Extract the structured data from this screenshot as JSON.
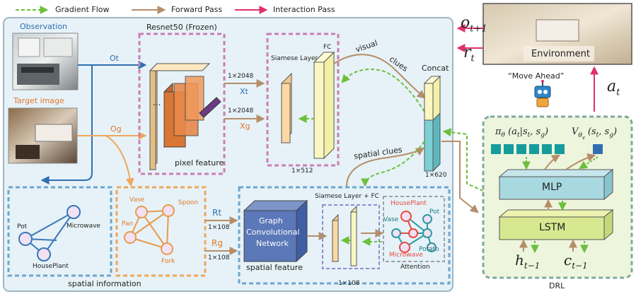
{
  "legend": {
    "gradient": "Gradient Flow",
    "forward": "Forward Pass",
    "interaction": "Interaction Pass"
  },
  "colors": {
    "gradient": "#6cbf3c",
    "forward": "#b58e69",
    "interaction": "#e0306e",
    "panel_bg": "#e6f2f7",
    "panel_border": "#9fb6c3",
    "pink_dash": "#cc7fb5",
    "blue_dash": "#6fa6cf",
    "orange_dash": "#f0a75a",
    "drl_bg": "#eef5dd",
    "drl_border": "#7fa99b",
    "blue_label": "#2f6fb0",
    "orange_label": "#e4772a",
    "teal": "#169c9c"
  },
  "observation": {
    "title": "Observation",
    "signal": "Ot"
  },
  "target": {
    "title": "Target image",
    "signal": "Og"
  },
  "resnet": {
    "title": "Resnet50 (Frozen)",
    "caption": "pixel feature",
    "dots": "...",
    "dim_x": "1×2048",
    "var_x": "Xt",
    "dim_g": "1×2048",
    "var_g": "Xg"
  },
  "siamese_top": {
    "title": "Siamese Layer",
    "fc": "FC",
    "dim": "1×512"
  },
  "clues": {
    "visual1": "visual",
    "visual2": "clues",
    "spatial": "spatial   clues"
  },
  "concat": {
    "title": "Concat",
    "dim": "1×620"
  },
  "spatial_info": {
    "caption": "spatial information",
    "obs_nodes": [
      "Microwave",
      "Pot",
      "HousePlant"
    ],
    "tgt_nodes": [
      "Vase",
      "Spoon",
      "Pan",
      "Fork"
    ]
  },
  "gcn": {
    "rt": "Rt",
    "rt_dim": "1×108",
    "rg": "Rg",
    "rg_dim": "1×108",
    "line1": "Graph",
    "line2": "Convolutional",
    "line3": "Network",
    "caption": "spatial feature"
  },
  "siamese_bottom": {
    "title": "Siamese Layer + FC",
    "dim": "1×108"
  },
  "attention": {
    "caption": "Attention",
    "nodes": [
      "HousePlant",
      "Pot",
      "Vase",
      "Microwave",
      "Potato"
    ]
  },
  "environment": {
    "title": "Environment",
    "obs": "o",
    "obs_sub": "t+1",
    "rew": "r",
    "rew_sub": "t"
  },
  "action": {
    "quote": "“Move Ahead”",
    "symbol": "a",
    "sub": "t"
  },
  "drl": {
    "caption": "DRL",
    "mlp": "MLP",
    "lstm": "LSTM",
    "policy": "π",
    "policy_sub": "θ",
    "policy_args": "(a",
    "policy_args2": "|s",
    "policy_args3": ", s",
    "policy_args4": ")",
    "value": "V",
    "value_sub": "θ",
    "value_subsub": "v",
    "value_args": "(s",
    "value_args2": ", s",
    "value_args3": ")",
    "t": "t",
    "g": "g",
    "h": "h",
    "c": "c",
    "tm1": "t−1"
  }
}
